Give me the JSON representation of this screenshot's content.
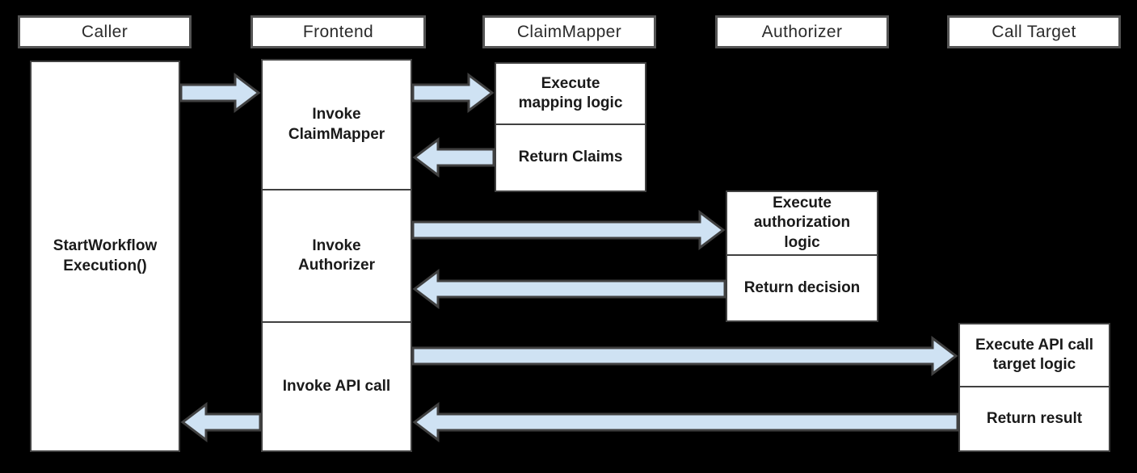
{
  "colors": {
    "background": "#000000",
    "box_fill": "#ffffff",
    "header_border": "#545454",
    "box_border": "#404040",
    "arrow_fill": "#cfe2f3",
    "arrow_outline": "#404040",
    "text": "#1a1a1a"
  },
  "lanes": [
    {
      "header": "Caller",
      "boxes": [
        {
          "label": "StartWorkflow Execution()"
        }
      ]
    },
    {
      "header": "Frontend",
      "boxes": [
        {
          "label": "Invoke ClaimMapper"
        },
        {
          "label": "Invoke Authorizer"
        },
        {
          "label": "Invoke API call"
        }
      ]
    },
    {
      "header": "ClaimMapper",
      "boxes": [
        {
          "label": "Execute mapping logic"
        },
        {
          "label": "Return Claims"
        }
      ]
    },
    {
      "header": "Authorizer",
      "boxes": [
        {
          "label": "Execute authorization logic"
        },
        {
          "label": "Return decision"
        }
      ]
    },
    {
      "header": "Call Target",
      "boxes": [
        {
          "label": "Execute API call target logic"
        },
        {
          "label": "Return result"
        }
      ]
    }
  ],
  "arrows": [
    {
      "from": "Caller",
      "to": "Frontend",
      "direction": "right"
    },
    {
      "from": "Frontend",
      "to": "ClaimMapper",
      "direction": "right"
    },
    {
      "from": "ClaimMapper",
      "to": "Frontend",
      "direction": "left"
    },
    {
      "from": "Frontend",
      "to": "Authorizer",
      "direction": "right"
    },
    {
      "from": "Authorizer",
      "to": "Frontend",
      "direction": "left"
    },
    {
      "from": "Frontend",
      "to": "Call Target",
      "direction": "right"
    },
    {
      "from": "Call Target",
      "to": "Frontend",
      "direction": "left"
    },
    {
      "from": "Frontend",
      "to": "Caller",
      "direction": "left"
    }
  ]
}
